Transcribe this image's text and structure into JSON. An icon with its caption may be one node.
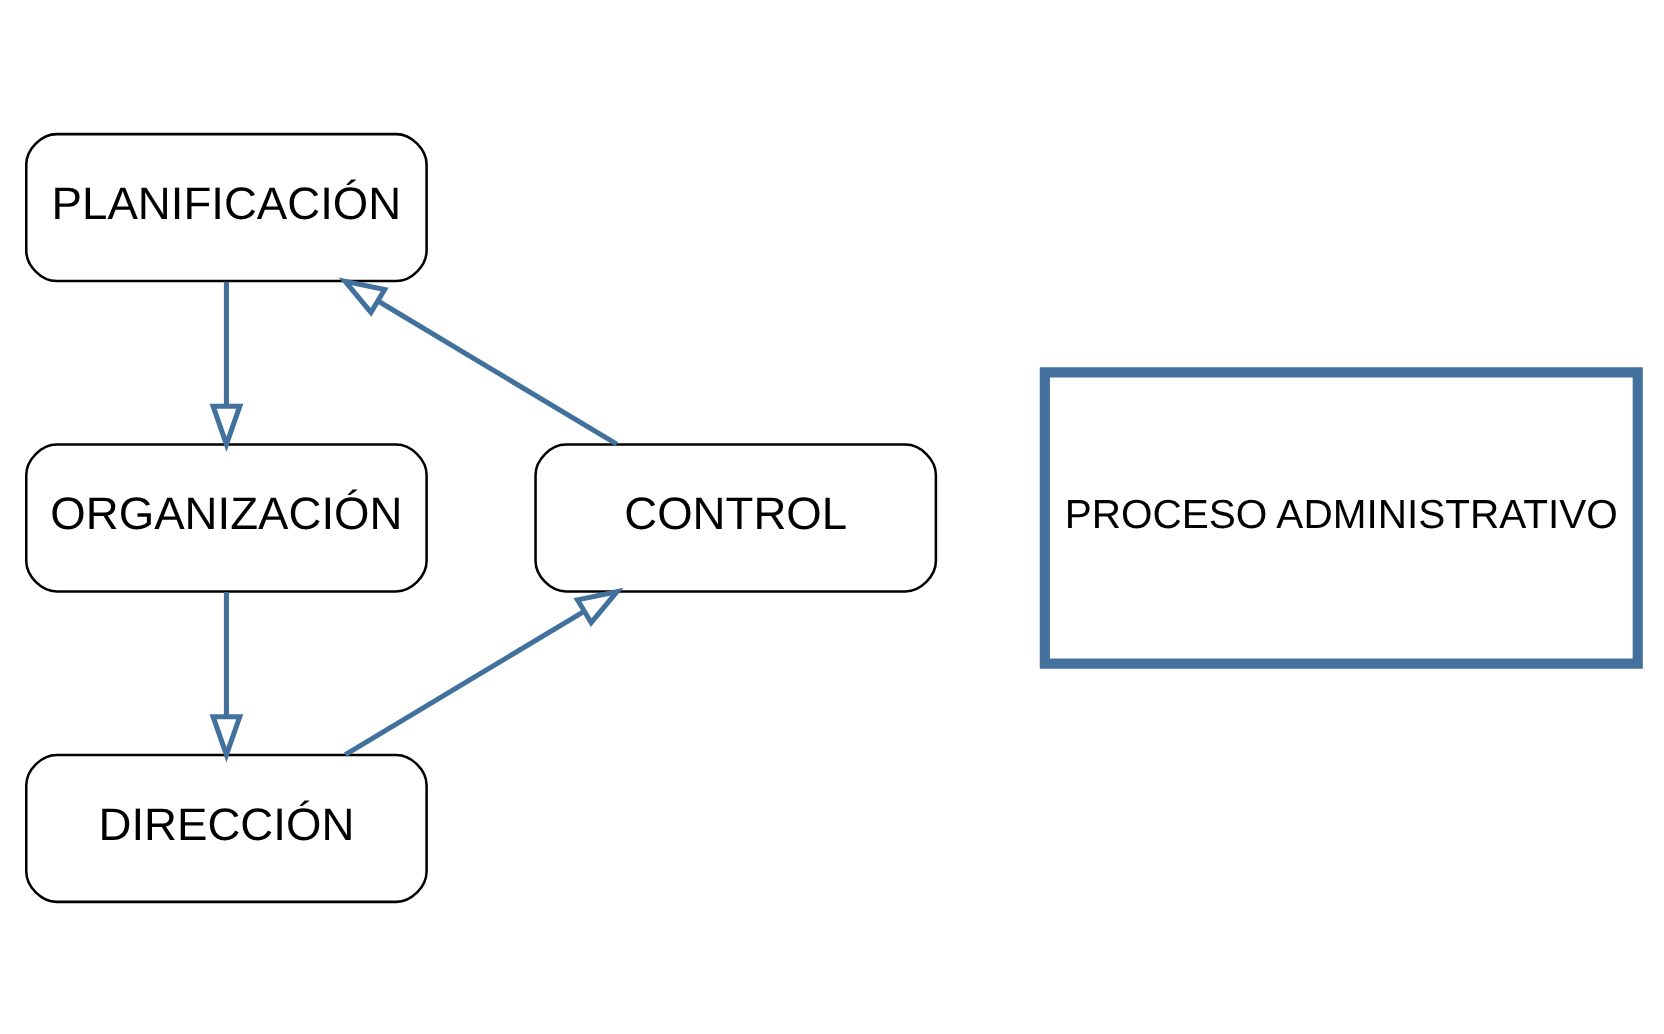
{
  "diagram": {
    "nodes": [
      {
        "text": [
          "PLANIFICACIÓN"
        ]
      },
      {
        "text": [
          "ORGANIZACIÓN"
        ]
      },
      {
        "text": [
          "DIRECCIÓN"
        ]
      },
      {
        "text": [
          "CONTROL"
        ]
      },
      {
        "text": [
          "PROCESO ADMINISTRATIVO"
        ]
      }
    ],
    "edges": [
      {
        "from": 0,
        "to": 1,
        "arrow": "to"
      },
      {
        "from": 1,
        "to": 2,
        "arrow": "to"
      },
      {
        "from": 2,
        "to": 3,
        "arrow": "to"
      },
      {
        "from": 3,
        "to": 0,
        "arrow": "to"
      }
    ]
  }
}
